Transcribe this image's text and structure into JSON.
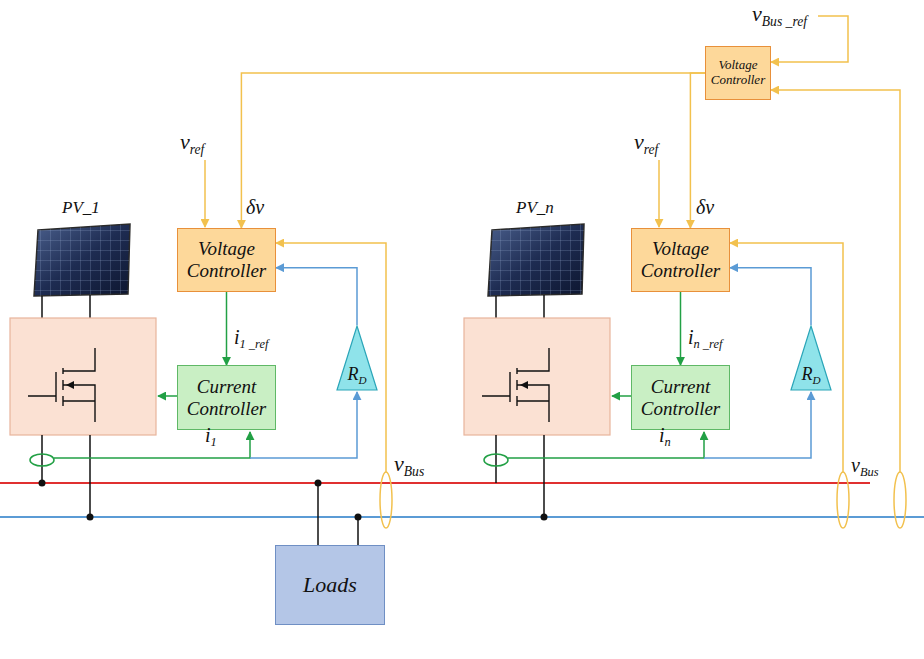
{
  "diagram": {
    "nodes": [
      {
        "text": [
          "Voltage Controller"
        ]
      },
      {
        "text": [
          "Voltage Controller"
        ]
      },
      {
        "text": [
          "Current Controller"
        ]
      },
      {
        "text": [
          "RD"
        ]
      },
      {
        "text": [
          "Voltage Controller"
        ]
      },
      {
        "text": [
          "Current Controller"
        ]
      },
      {
        "text": [
          "RD"
        ]
      },
      {
        "text": [
          "Loads"
        ]
      }
    ],
    "edges": [
      {
        "from": 0,
        "to": 1,
        "arrow": "to"
      },
      {
        "from": 0,
        "to": 4,
        "arrow": "to"
      },
      {
        "from": 1,
        "to": 2,
        "arrow": "to"
      },
      {
        "from": 3,
        "to": 1,
        "arrow": "to"
      },
      {
        "from": 4,
        "to": 5,
        "arrow": "to"
      },
      {
        "from": 6,
        "to": 4,
        "arrow": "to"
      }
    ],
    "labels": [
      "vBus _ref",
      "vref",
      "vref",
      "δv",
      "δv",
      "PV_1",
      "PV_n",
      "i1 _ref",
      "in _ref",
      "i1",
      "in",
      "vBus",
      "vBus"
    ]
  }
}
